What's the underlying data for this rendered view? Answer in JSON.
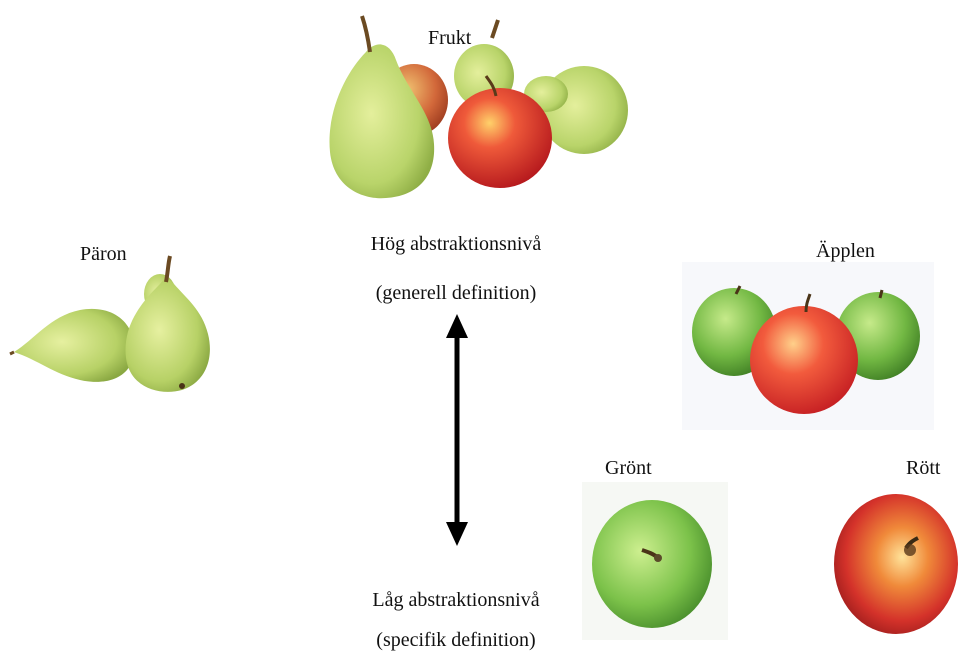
{
  "labels": {
    "frukt": "Frukt",
    "paron": "Päron",
    "applen": "Äpplen",
    "gront": "Grönt",
    "rott": "Rött",
    "hog_line1": "Hög abstraktionsnivå",
    "hog_line2": "(generell definition)",
    "lag_line1": "Låg abstraktionsnivå",
    "lag_line2": "(specifik definition)"
  },
  "colors": {
    "pear": "#b9d46a",
    "green_apple": "#7cc24a",
    "red_apple": "#d8332a",
    "arrow": "#000000"
  },
  "icons": {
    "arrow": "double-vertical-arrow-icon"
  }
}
